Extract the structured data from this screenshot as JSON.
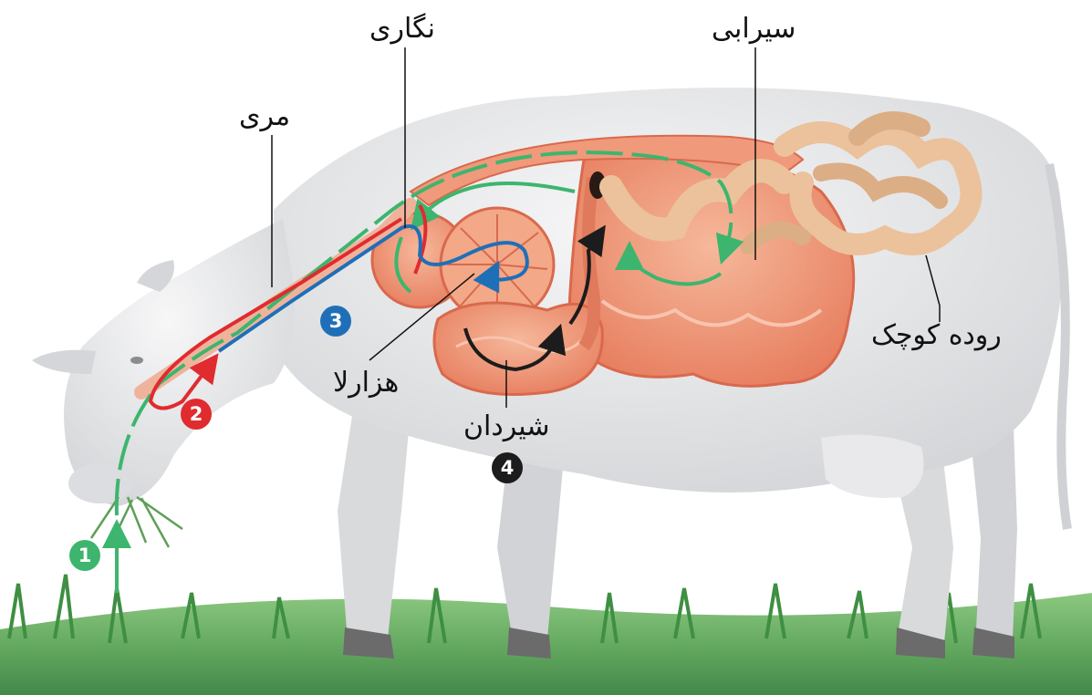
{
  "labels": {
    "esophagus": "مری",
    "reticulum": "نگاری",
    "rumen": "سیرابی",
    "omasum": "هزارلا",
    "abomasum": "شیردان",
    "small_intestine": "روده کوچک"
  },
  "steps": {
    "step1": "1",
    "step2": "2",
    "step3": "3",
    "step4": "4"
  },
  "colors": {
    "green": "#3db56e",
    "red": "#e02b2f",
    "blue": "#1f6fb8",
    "black": "#1c1c1c",
    "organ": "#ef8f6e",
    "intestine": "#ebc29c"
  }
}
